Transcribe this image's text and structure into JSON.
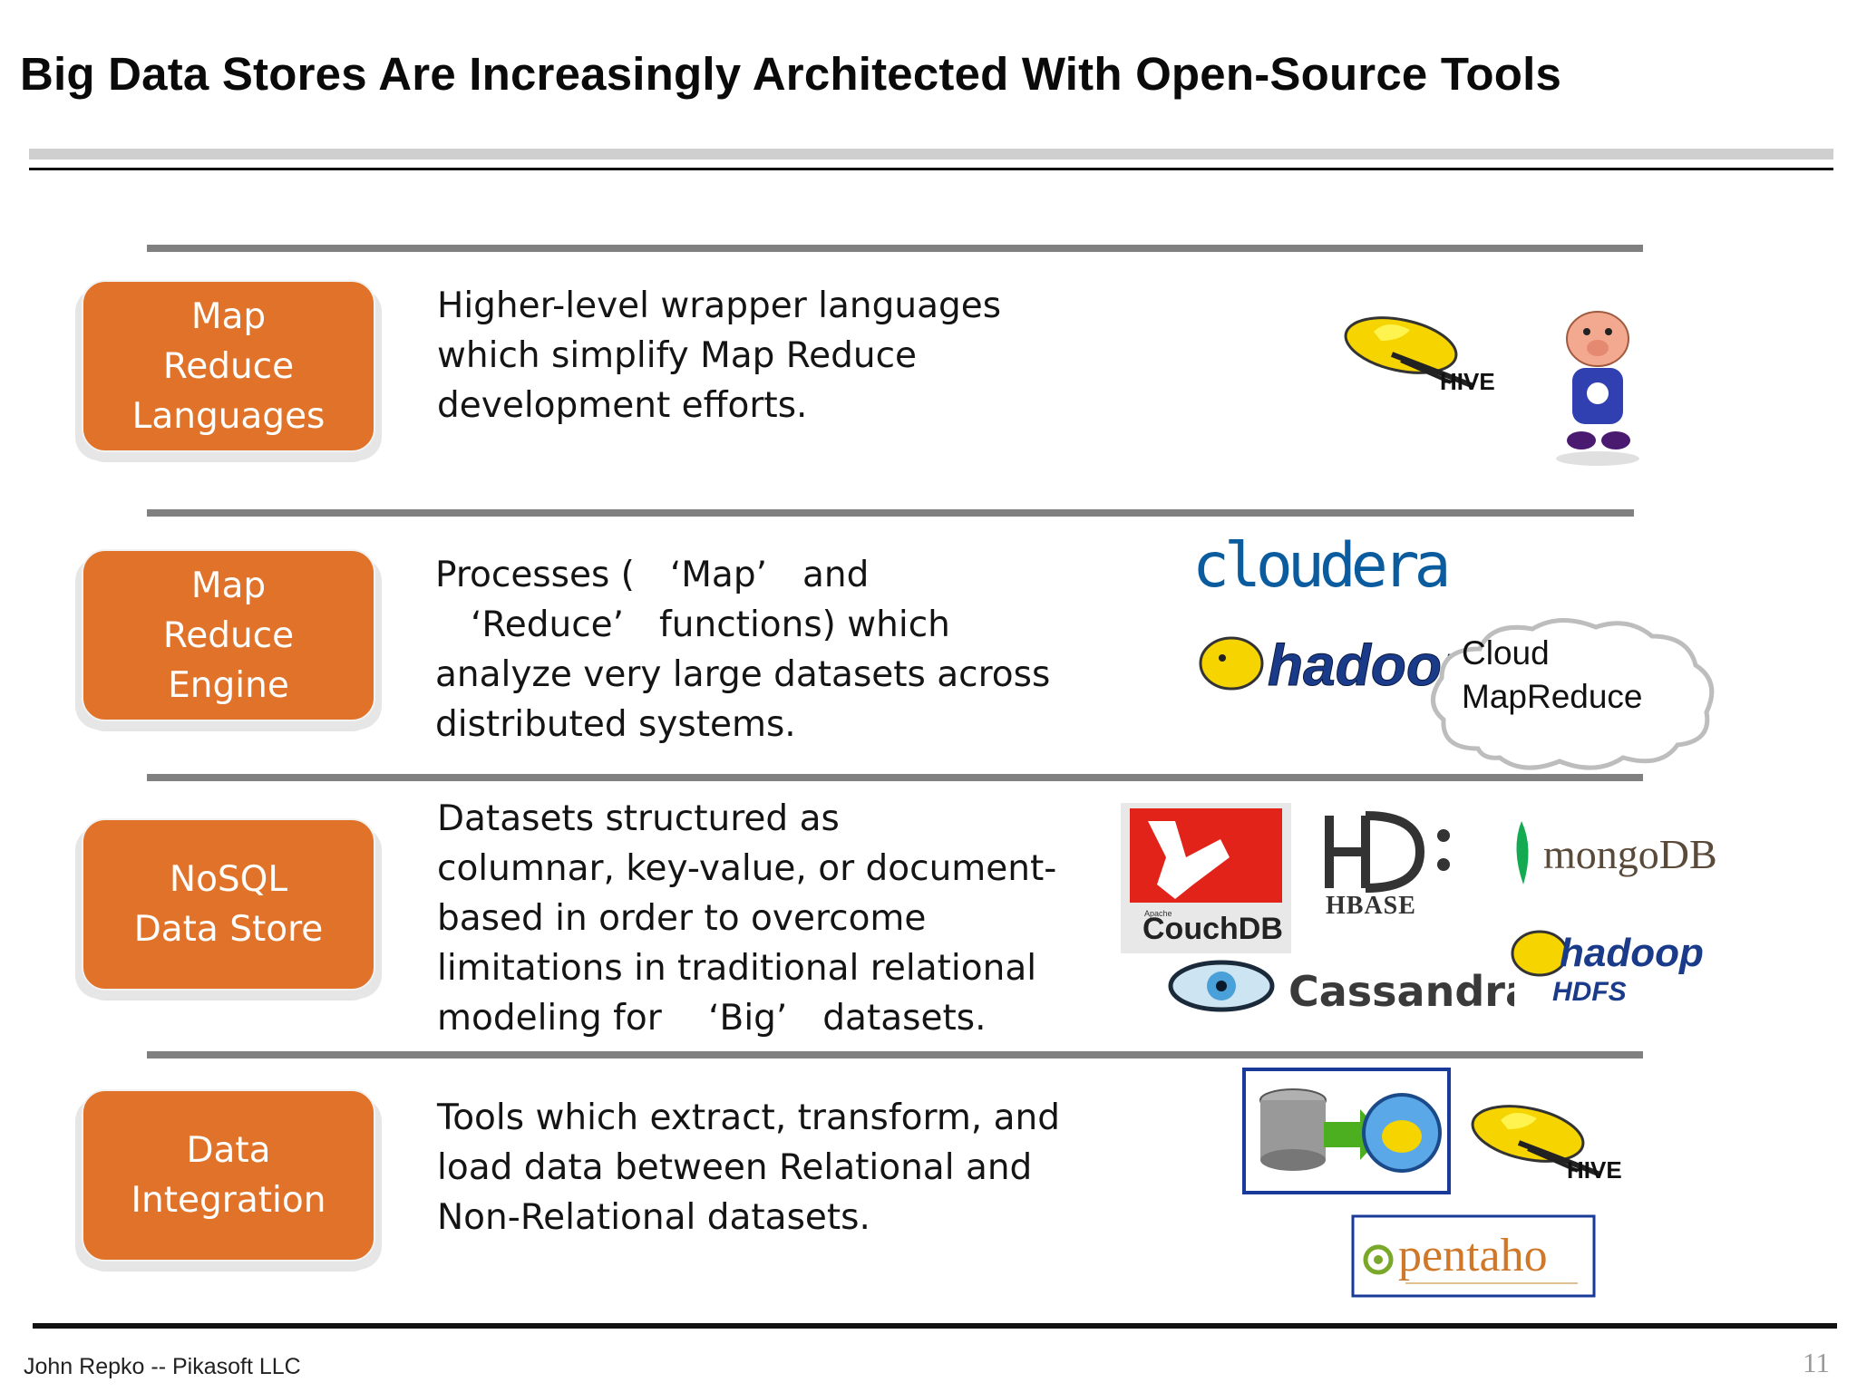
{
  "title": "Big Data Stores Are Increasingly Architected With Open-Source Tools",
  "rows": [
    {
      "tag": [
        "Map",
        "Reduce",
        "Languages"
      ],
      "desc": [
        "Higher-level wrapper languages",
        "which simplify Map Reduce",
        "development efforts."
      ]
    },
    {
      "tag": [
        "Map",
        "Reduce",
        "Engine"
      ],
      "desc": [
        "Processes (　‘Map’　and",
        "　‘Reduce’　functions) which",
        "analyze very large datasets across",
        "distributed systems."
      ]
    },
    {
      "tag": [
        "NoSQL",
        "Data Store"
      ],
      "desc": [
        "Datasets structured as",
        "columnar, key-value, or document-",
        "based in order to overcome",
        "limitations in traditional relational",
        "modeling for 　‘Big’　datasets."
      ]
    },
    {
      "tag": [
        "Data",
        "Integration"
      ],
      "desc": [
        "Tools which extract, transform, and",
        "load data between Relational and",
        "Non-Relational datasets."
      ]
    }
  ],
  "logos": {
    "hive": "HIVE",
    "cloudera": "cloudera",
    "hadoop": "hadoop",
    "cloud_line1": "Cloud",
    "cloud_line2": "MapReduce",
    "couchdb_small": "Apache",
    "couchdb": "CouchDB",
    "hbase": "HBASE",
    "mongodb": "mongoDB",
    "cassandra": "Cassandra",
    "hdfs": "HDFS",
    "pentaho": "pentaho"
  },
  "footer": {
    "author": "John Repko -- Pikasoft LLC",
    "page": "11"
  },
  "colors": {
    "accent": "#e07329",
    "separator": "#808080"
  }
}
